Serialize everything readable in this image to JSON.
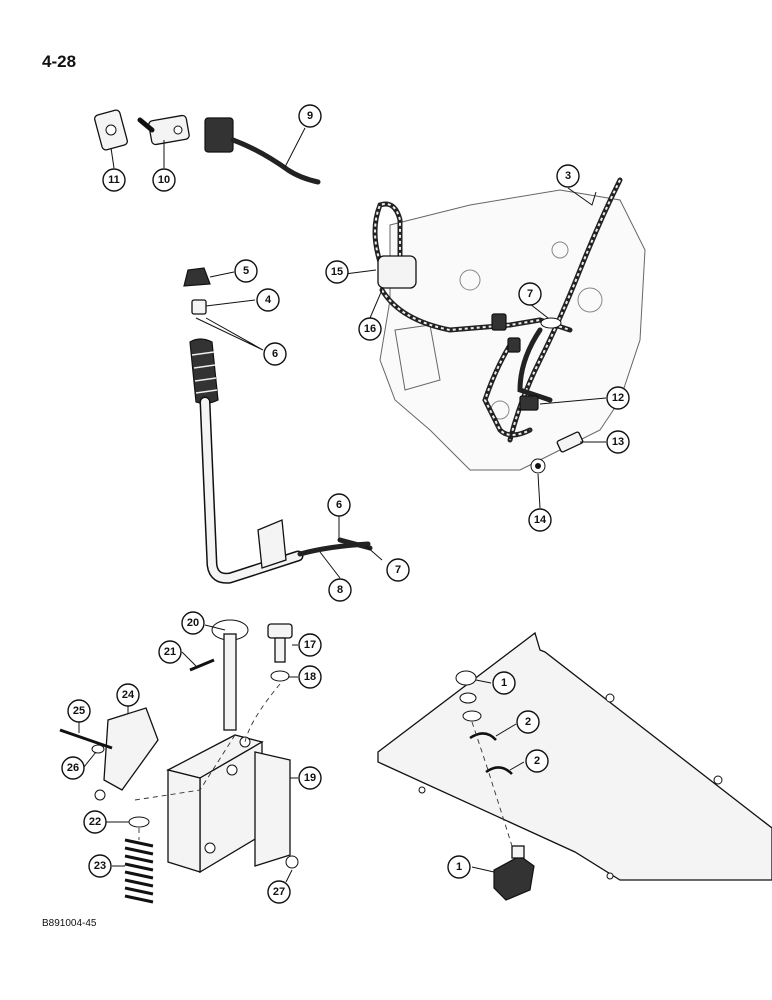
{
  "page": {
    "page_number": "4-28",
    "figure_code": "B891004-45"
  },
  "callouts": [
    {
      "id": "c1a",
      "label": "1"
    },
    {
      "id": "c1b",
      "label": "1"
    },
    {
      "id": "c2a",
      "label": "2"
    },
    {
      "id": "c2b",
      "label": "2"
    },
    {
      "id": "c3",
      "label": "3"
    },
    {
      "id": "c4",
      "label": "4"
    },
    {
      "id": "c5",
      "label": "5"
    },
    {
      "id": "c6a",
      "label": "6"
    },
    {
      "id": "c6b",
      "label": "6"
    },
    {
      "id": "c7a",
      "label": "7"
    },
    {
      "id": "c7b",
      "label": "7"
    },
    {
      "id": "c8",
      "label": "8"
    },
    {
      "id": "c9",
      "label": "9"
    },
    {
      "id": "c10",
      "label": "10"
    },
    {
      "id": "c11",
      "label": "11"
    },
    {
      "id": "c12",
      "label": "12"
    },
    {
      "id": "c13",
      "label": "13"
    },
    {
      "id": "c14",
      "label": "14"
    },
    {
      "id": "c15",
      "label": "15"
    },
    {
      "id": "c16",
      "label": "16"
    },
    {
      "id": "c17",
      "label": "17"
    },
    {
      "id": "c18",
      "label": "18"
    },
    {
      "id": "c19",
      "label": "19"
    },
    {
      "id": "c20",
      "label": "20"
    },
    {
      "id": "c21",
      "label": "21"
    },
    {
      "id": "c22",
      "label": "22"
    },
    {
      "id": "c23",
      "label": "23"
    },
    {
      "id": "c24",
      "label": "24"
    },
    {
      "id": "c25",
      "label": "25"
    },
    {
      "id": "c26",
      "label": "26"
    },
    {
      "id": "c27",
      "label": "27"
    }
  ]
}
